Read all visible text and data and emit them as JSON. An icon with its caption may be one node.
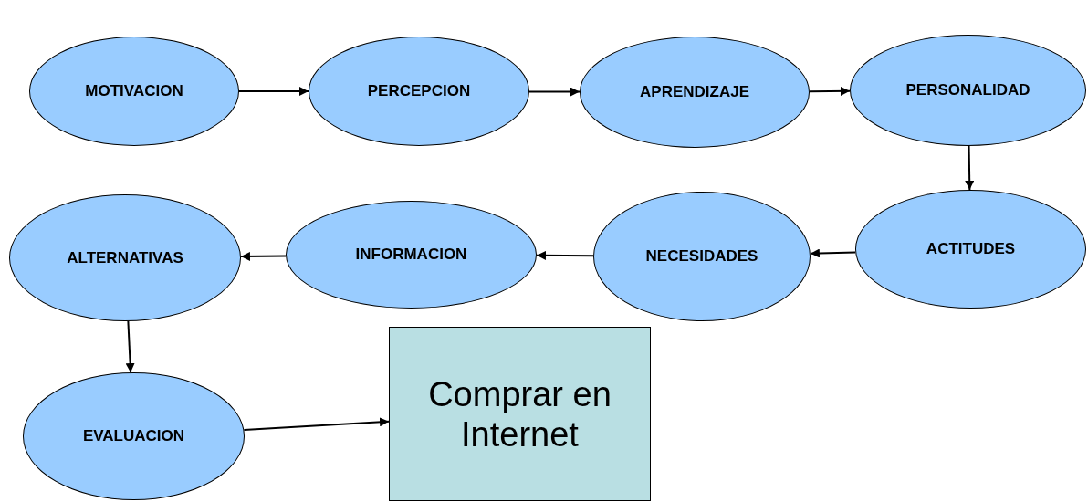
{
  "diagram": {
    "nodes": [
      {
        "text": [
          "MOTIVACION"
        ]
      },
      {
        "text": [
          "PERCEPCION"
        ]
      },
      {
        "text": [
          "APRENDIZAJE"
        ]
      },
      {
        "text": [
          "PERSONALIDAD"
        ]
      },
      {
        "text": [
          "ACTITUDES"
        ]
      },
      {
        "text": [
          "NECESIDADES"
        ]
      },
      {
        "text": [
          "INFORMACION"
        ]
      },
      {
        "text": [
          "ALTERNATIVAS"
        ]
      },
      {
        "text": [
          "EVALUACION"
        ]
      },
      {
        "text": [
          "Comprar en Internet"
        ]
      }
    ],
    "edges": [
      {
        "from": 0,
        "to": 1,
        "arrow": "to"
      },
      {
        "from": 1,
        "to": 2,
        "arrow": "to"
      },
      {
        "from": 2,
        "to": 3,
        "arrow": "to"
      },
      {
        "from": 3,
        "to": 4,
        "arrow": "to"
      },
      {
        "from": 4,
        "to": 5,
        "arrow": "to"
      },
      {
        "from": 5,
        "to": 6,
        "arrow": "to"
      },
      {
        "from": 6,
        "to": 7,
        "arrow": "to"
      },
      {
        "from": 7,
        "to": 8,
        "arrow": "to"
      },
      {
        "from": 8,
        "to": 9,
        "arrow": "to"
      }
    ]
  }
}
